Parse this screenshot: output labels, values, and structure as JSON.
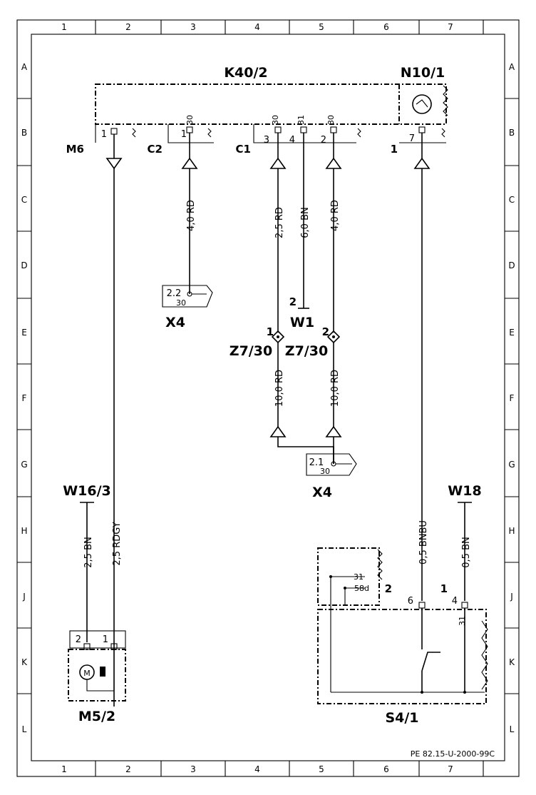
{
  "grid": {
    "columns": [
      "1",
      "2",
      "3",
      "4",
      "5",
      "6",
      "7"
    ],
    "rows": [
      "A",
      "B",
      "C",
      "D",
      "E",
      "F",
      "G",
      "H",
      "J",
      "K",
      "L"
    ]
  },
  "components": {
    "k40": "K40/2",
    "n10": "N10/1",
    "m6": "M6",
    "c2": "C2",
    "c1": "C1",
    "x4_top": "X4",
    "x4_bottom": "X4",
    "w1": "W1",
    "z7_left": "Z7/30",
    "z7_right": "Z7/30",
    "w16": "W16/3",
    "w18": "W18",
    "m5": "M5/2",
    "s4": "S4/1"
  },
  "pins": {
    "m6_pin": "1",
    "c2_pin": "1",
    "c1_pin3": "3",
    "c1_pin4": "4",
    "c1_pin2": "2",
    "n10_pin": "7",
    "n10_lead": "1",
    "term30_a": "30",
    "term30_b": "30",
    "term31": "31",
    "term30_c": "30",
    "x4_top_pin": "2.2",
    "x4_top_sub": "30",
    "x4_bot_pin": "2.1",
    "x4_bot_sub": "30",
    "w1_pin": "2",
    "z7_left_pin": "1",
    "z7_right_pin": "2",
    "m5_pin2": "2",
    "m5_pin1": "1",
    "s4_pin2": "2",
    "s4_pin6": "6",
    "s4_pin1": "1",
    "s4_pin4": "4",
    "s4_31": "31",
    "s4_58d": "58d",
    "s4_term31": "31"
  },
  "wires": {
    "c2_wire": "4,0 RD",
    "c1_pin3_wire": "2,5 RD",
    "c1_pin4_wire": "6,0 BN",
    "c1_pin2_wire": "4,0 RD",
    "z7_left_wire": "10,0 RD",
    "z7_right_wire": "10,0 RD",
    "w16_wire": "2,5 BN",
    "m6_wire": "2,5 RDGY",
    "n10_wire": "0,5 BNBU",
    "w18_wire": "0,5 BN"
  },
  "footer": {
    "reference": "PE 82.15-U-2000-99C"
  }
}
